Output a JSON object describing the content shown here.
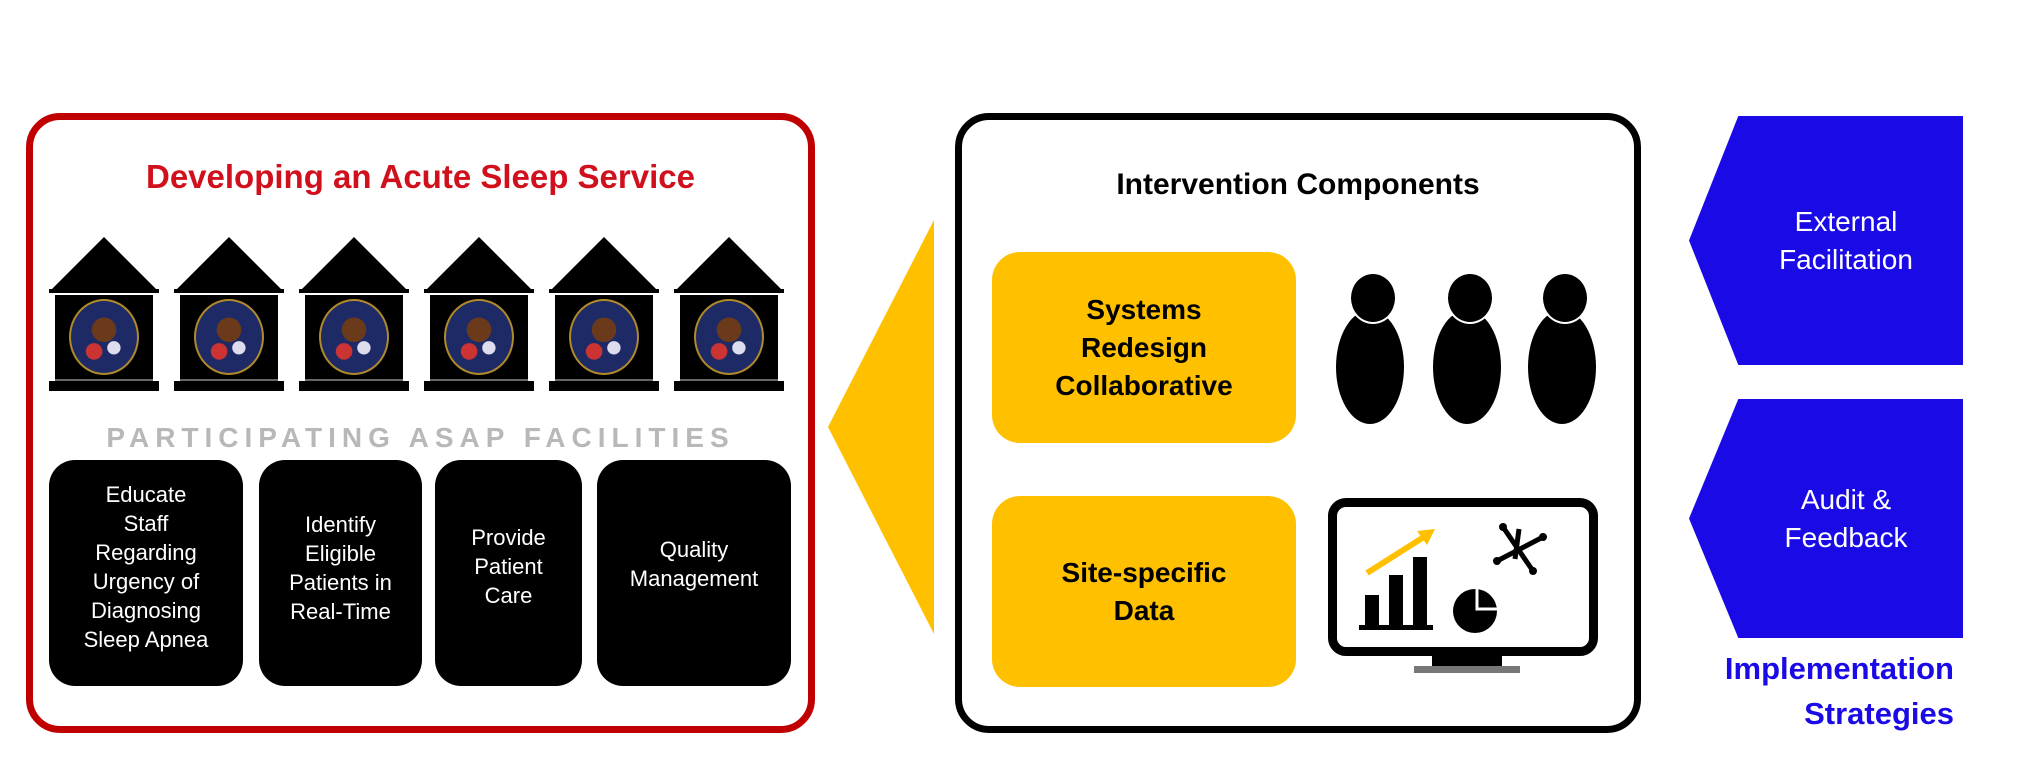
{
  "left_panel": {
    "title": "Developing an Acute Sleep Service",
    "facilities_label": "PARTICIPATING ASAP FACILITIES",
    "facility_count": 6,
    "tasks": [
      "Educate\nStaff\nRegarding\nUrgency of\nDiagnosing\nSleep Apnea",
      "Identify\nEligible\nPatients in\nReal-Time",
      "Provide\nPatient\nCare",
      "Quality\nManagement"
    ]
  },
  "middle_panel": {
    "title": "Intervention Components",
    "components": [
      "Systems\nRedesign\nCollaborative",
      "Site-specific\nData"
    ]
  },
  "strategies": {
    "items": [
      "External\nFacilitation",
      "Audit &\nFeedback"
    ],
    "label": "Implementation\nStrategies"
  },
  "colors": {
    "red": "#c00000",
    "yellow": "#ffc000",
    "blue": "#1a0ae6"
  }
}
